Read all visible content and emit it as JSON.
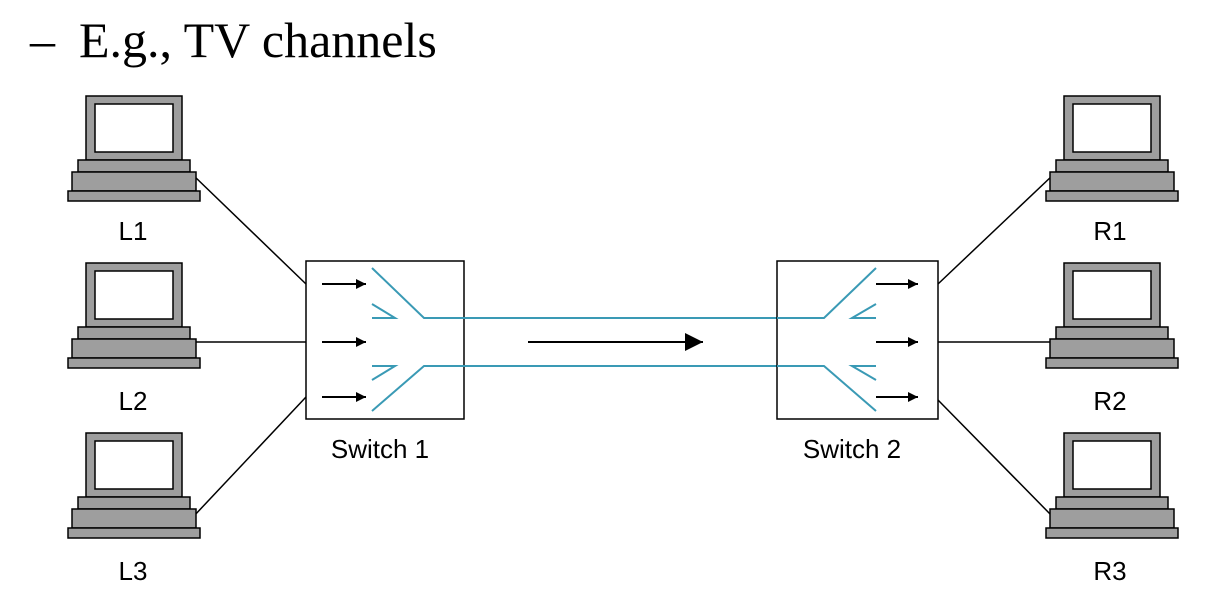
{
  "heading": {
    "bullet": "–",
    "text": "E.g., TV channels"
  },
  "hosts_left": [
    "L1",
    "L2",
    "L3"
  ],
  "hosts_right": [
    "R1",
    "R2",
    "R3"
  ],
  "switches": [
    "Switch 1",
    "Switch 2"
  ],
  "colors": {
    "link": "#000000",
    "trunk_outline": "#3a9ab5",
    "computer_fill": "#9e9e9e",
    "computer_outline": "#000000",
    "screen_fill": "#ffffff"
  }
}
